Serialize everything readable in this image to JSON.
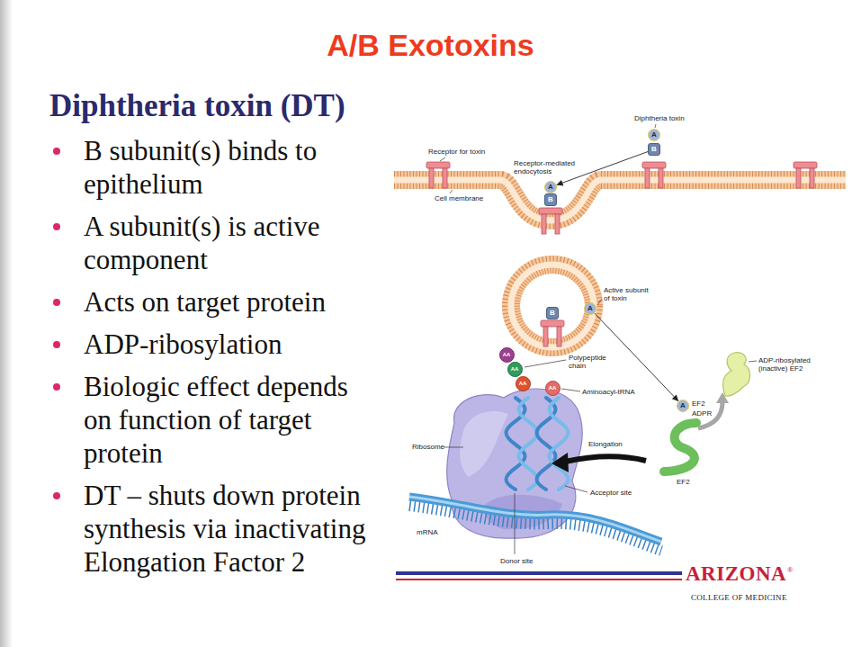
{
  "diagram": {
    "title": "A/B Exotoxins",
    "nodes": [
      {
        "text": [
          "A"
        ]
      },
      {
        "text": [
          "B"
        ]
      },
      {
        "text": [
          "A"
        ]
      },
      {
        "text": [
          "B"
        ]
      },
      {
        "text": [
          "B"
        ]
      },
      {
        "text": [
          "A"
        ]
      },
      {
        "text": [
          "AA"
        ]
      },
      {
        "text": [
          "AA"
        ]
      },
      {
        "text": [
          "AA"
        ]
      },
      {
        "text": [
          "AA"
        ]
      },
      {
        "text": [
          "A"
        ]
      }
    ],
    "edges": [
      {
        "from": 1,
        "to": 2,
        "arrow": "to"
      },
      {
        "from": 5,
        "to": 10,
        "arrow": "to"
      }
    ],
    "labels": [
      "Diphtheria toxin (DT)",
      "B subunit(s) binds to epithelium",
      "A subunit(s) is active component",
      "Acts on target protein",
      "ADP-ribosylation",
      "Biologic effect depends on function of target protein",
      "DT – shuts down protein synthesis via inactivating Elongation Factor 2",
      "Diphtheria toxin",
      "Receptor for toxin",
      "Receptor-mediated endocytosis",
      "Cell membrane",
      "Active subunit of toxin",
      "Polypeptide chain",
      "Aminoacyl-tRNA",
      "ADP-ribosylated (inactive) EF2",
      "EF2",
      "ADPR",
      "Ribosome",
      "Elongation",
      "EF2",
      "Acceptor site",
      "mRNA",
      "Donor site",
      "ARIZONA",
      "®",
      "COLLEGE OF MEDICINE"
    ]
  }
}
